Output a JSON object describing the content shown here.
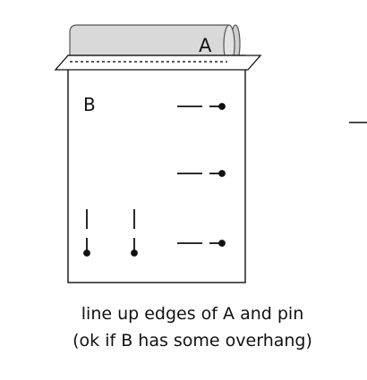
{
  "labels": {
    "a": "A",
    "b": "B"
  },
  "caption": {
    "line1": "line up edges of A and pin",
    "line2": "(ok if B has some overhang)"
  },
  "colors": {
    "roll_fill": "#d9d9d9",
    "stroke": "#555555",
    "text": "#111111"
  }
}
